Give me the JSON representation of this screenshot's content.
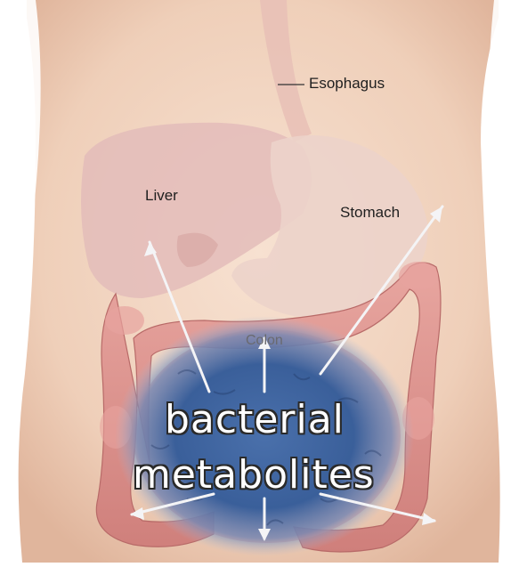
{
  "labels": {
    "esophagus": "Esophagus",
    "liver": "Liver",
    "stomach": "Stomach",
    "colon": "Colon"
  },
  "overlay": {
    "line1": "bacterial",
    "line2": "metabolites"
  },
  "colors": {
    "skin": "#f1d3bf",
    "liver": "#e3bcba",
    "stomach": "#ead0c8",
    "colon": "#d98e8a",
    "bacteria_blue": "#3c5e98",
    "arrow": "#f4f4f6"
  }
}
